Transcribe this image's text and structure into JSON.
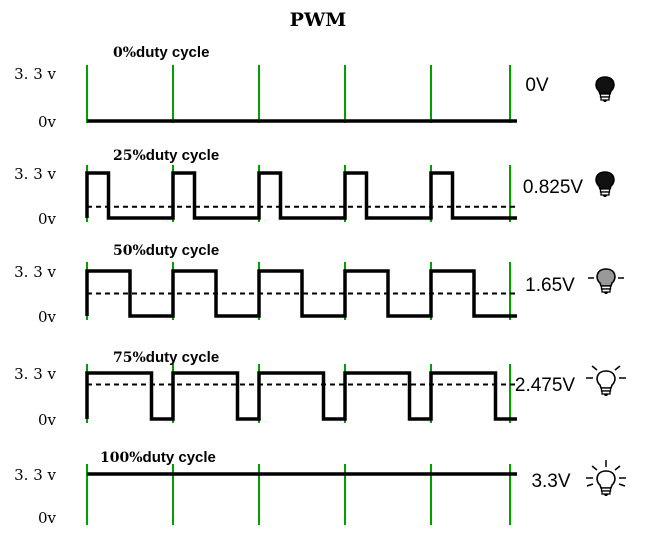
{
  "title": "PWM",
  "colors": {
    "line": "#000000",
    "grid": "#00a000",
    "bulb_off": "#111111",
    "bulb_dim": "#999999",
    "bulb_on": "#ffffff"
  },
  "rows": [
    {
      "pct": "0%",
      "label": "duty cycle",
      "high": "3. 3 v",
      "low": "0v",
      "duty": 0,
      "voltage": "0V",
      "bulb": "off"
    },
    {
      "pct": "25%",
      "label": "duty cycle",
      "high": "3. 3 v",
      "low": "0v",
      "duty": 0.25,
      "voltage": "0.825V",
      "bulb": "off"
    },
    {
      "pct": "50%",
      "label": "duty cycle",
      "high": "3. 3 v",
      "low": "0v",
      "duty": 0.5,
      "voltage": "1.65V",
      "bulb": "dim"
    },
    {
      "pct": "75%",
      "label": "duty cycle",
      "high": "3. 3 v",
      "low": "0v",
      "duty": 0.75,
      "voltage": "2.475V",
      "bulb": "on"
    },
    {
      "pct": "100%",
      "label": "duty cycle",
      "high": "3. 3 v",
      "low": "0v",
      "duty": 1,
      "voltage": "3.3V",
      "bulb": "bright"
    }
  ]
}
